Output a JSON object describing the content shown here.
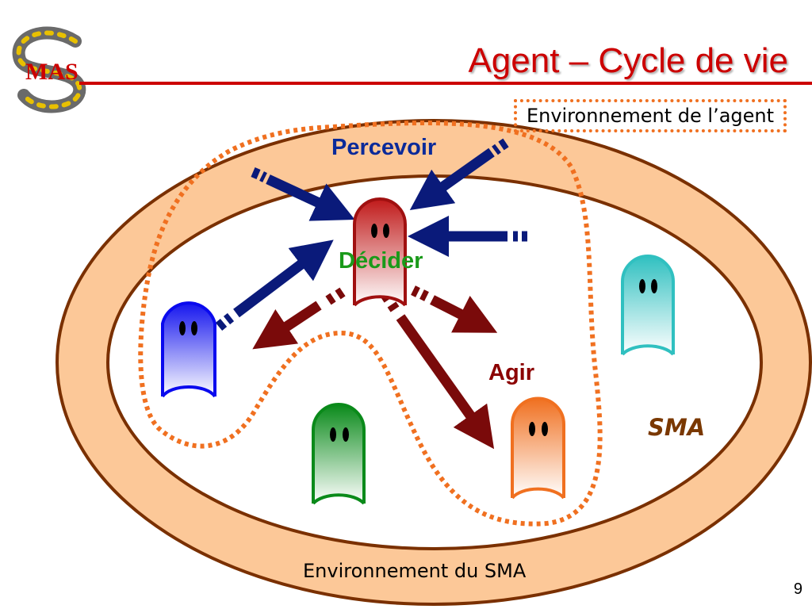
{
  "slide": {
    "title": "Agent – Cycle de vie",
    "page_number": "9",
    "logo_text": "MAS"
  },
  "diagram": {
    "agent_environment_label": "Environnement de l’agent",
    "sma_environment_label": "Environnement du SMA",
    "sma_label": "SMA",
    "perceive_label": "Percevoir",
    "decide_label": "Décider",
    "act_label": "Agir",
    "agents": [
      {
        "name": "central-agent",
        "color": "#b01818"
      },
      {
        "name": "blue-agent",
        "color": "#1010ee"
      },
      {
        "name": "green-agent",
        "color": "#0a8a1a"
      },
      {
        "name": "orange-agent",
        "color": "#f07020"
      },
      {
        "name": "teal-agent",
        "color": "#30c0c0"
      }
    ],
    "colors": {
      "ring_fill": "#fcc898",
      "ring_stroke": "#7a3000",
      "dotted_border": "#f07020",
      "perceive_arrow": "#0a1a7a",
      "act_arrow": "#7a0a0a",
      "title_red": "#cc0000"
    }
  }
}
